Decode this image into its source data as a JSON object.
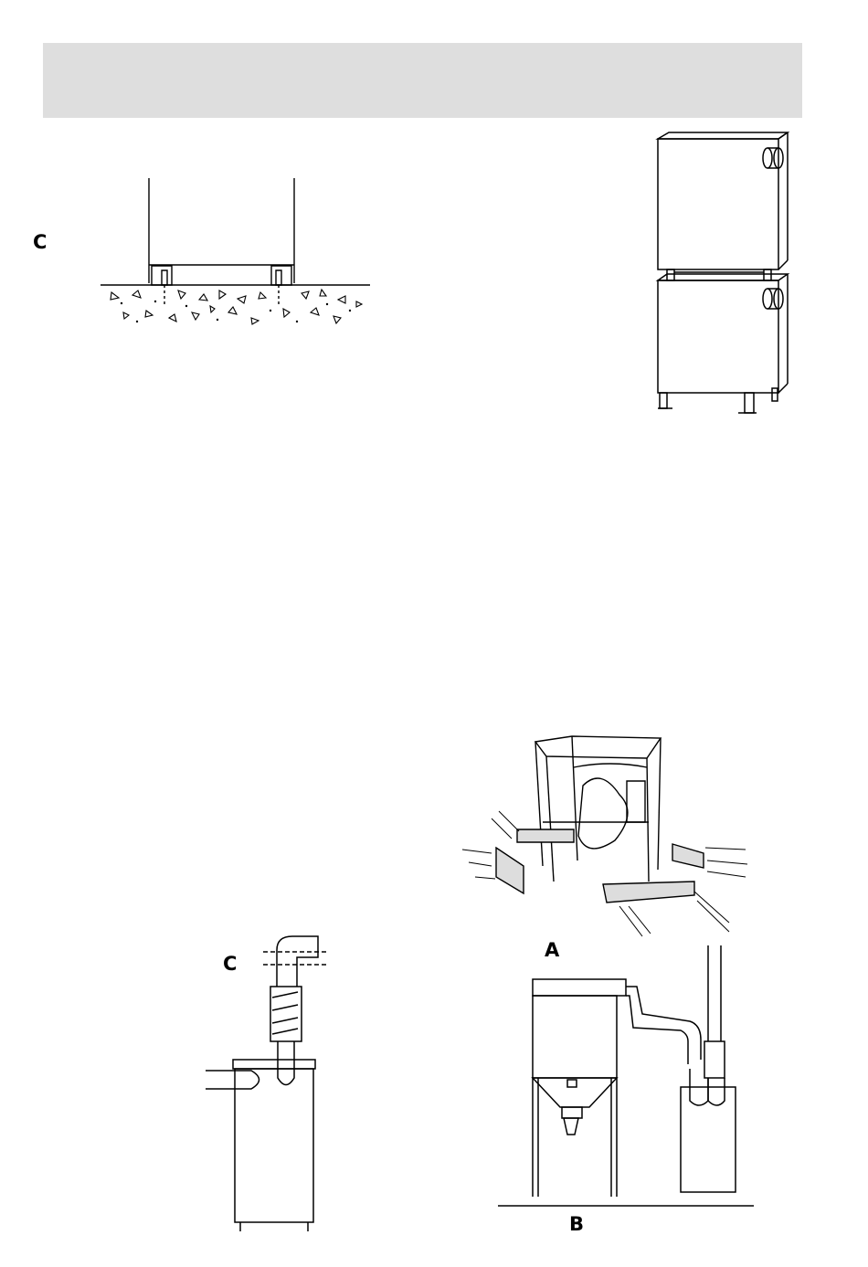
{
  "figures": {
    "fig1": {
      "label": "C"
    },
    "fig3": {
      "label": "A"
    },
    "fig4": {
      "label": "C"
    },
    "fig5": {
      "label": "B"
    }
  },
  "colors": {
    "header_band": "#dedede",
    "ink": "#000000",
    "paper": "#ffffff"
  }
}
